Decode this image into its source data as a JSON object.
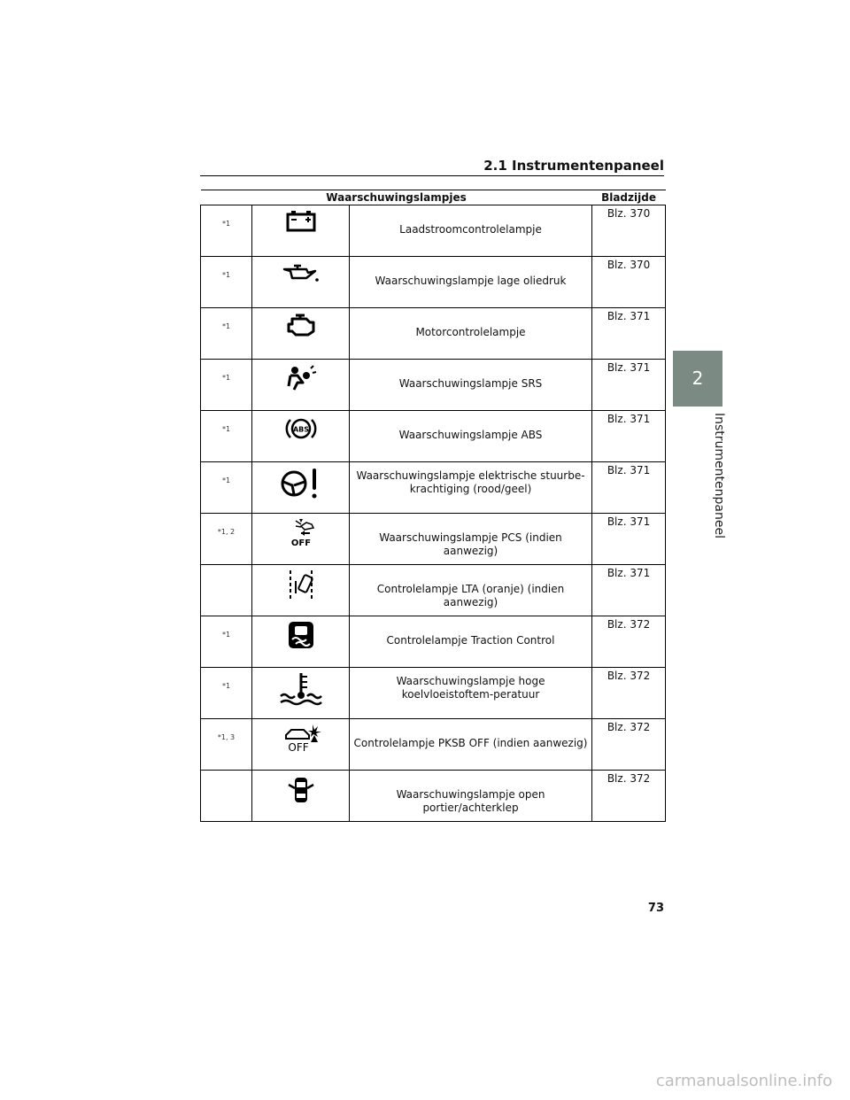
{
  "header": {
    "section_title": "2.1 Instrumentenpaneel"
  },
  "side_tab": {
    "chapter_number": "2",
    "chapter_label": "Instrumentenpaneel"
  },
  "table": {
    "col_warning": "Waarschuwingslampjes",
    "col_page": "Bladzijde",
    "rows": [
      {
        "note": "*1",
        "icon": "battery-icon",
        "label": "Laadstroomcontrolelampje",
        "page": "Blz. 370"
      },
      {
        "note": "*1",
        "icon": "oil-can-icon",
        "label": "Waarschuwingslampje lage oliedruk",
        "page": "Blz. 370"
      },
      {
        "note": "*1",
        "icon": "engine-icon",
        "label": "Motorcontrolelampje",
        "page": "Blz. 371"
      },
      {
        "note": "*1",
        "icon": "airbag-icon",
        "label": "Waarschuwingslampje SRS",
        "page": "Blz. 371"
      },
      {
        "note": "*1",
        "icon": "abs-icon",
        "label": "Waarschuwingslampje ABS",
        "page": "Blz. 371"
      },
      {
        "note": "*1",
        "icon": "steering-wheel-warning-icon",
        "label": "Waarschuwingslampje elektrische stuurbe-krachtiging (rood/geel)",
        "page": "Blz. 371"
      },
      {
        "note": "*1, 2",
        "icon": "pcs-off-icon",
        "label": "Waarschuwingslampje PCS (indien aanwezig)",
        "page": "Blz. 371"
      },
      {
        "note": "",
        "icon": "lta-icon",
        "label": "Controlelampje LTA (oranje) (indien aanwezig)",
        "page": "Blz. 371"
      },
      {
        "note": "*1",
        "icon": "traction-control-icon",
        "label": "Controlelampje Traction Control",
        "page": "Blz. 372"
      },
      {
        "note": "*1",
        "icon": "coolant-temperature-icon",
        "label": "Waarschuwingslampje hoge koelvloeistoftem-peratuur",
        "page": "Blz. 372"
      },
      {
        "note": "*1, 3",
        "icon": "pksb-off-icon",
        "label": "Controlelampje PKSB OFF (indien aanwezig)",
        "page": "Blz. 372"
      },
      {
        "note": "",
        "icon": "door-open-icon",
        "label": "Waarschuwingslampje open portier/achterklep",
        "page": "Blz. 372"
      }
    ],
    "icon_text": {
      "abs": "ABS",
      "off": "OFF"
    }
  },
  "footer": {
    "page_number": "73",
    "watermark": "carmanualsonline.info"
  }
}
